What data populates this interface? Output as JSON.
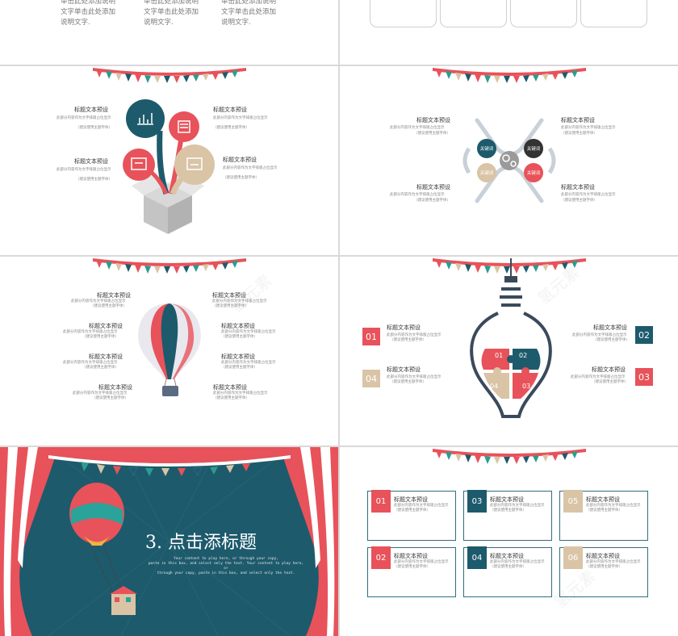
{
  "colors": {
    "teal": "#1d5a6c",
    "red": "#e8525a",
    "beige": "#d9c4a6",
    "gray": "#8e8e8e",
    "dark": "#3a4a5c"
  },
  "slide1": {
    "columns": [
      {
        "lines": [
          "单击此处添加说明",
          "文字单击此处添加",
          "说明文字."
        ]
      },
      {
        "lines": [
          "单击此处添加说明",
          "文字单击此处添加",
          "说明文字."
        ]
      },
      {
        "lines": [
          "单击此处添加说明",
          "文字单击此处添加",
          "说明文字."
        ]
      }
    ]
  },
  "slide3": {
    "items": [
      {
        "title": "标题文本预设",
        "desc": [
          "此部分内容作为文字排版占位显示",
          "（建议使用主题字体）"
        ]
      },
      {
        "title": "标题文本预设",
        "desc": [
          "此部分内容作为文字排版占位显示",
          "（建议使用主题字体）"
        ]
      },
      {
        "title": "标题文本预设",
        "desc": [
          "此部分内容作为文字排版占位显示",
          "（建议使用主题字体）"
        ]
      },
      {
        "title": "标题文本预设",
        "desc": [
          "此部分内容作为文字排版占位显示",
          "（建议使用主题字体）"
        ]
      }
    ]
  },
  "slide4": {
    "keywords": [
      "关键词",
      "关键词",
      "关键词",
      "关键词"
    ],
    "items": [
      {
        "title": "标题文本预设",
        "desc": [
          "此部分内容作为文字排版占位显示",
          "（建议使用主题字体）"
        ]
      },
      {
        "title": "标题文本预设",
        "desc": [
          "此部分内容作为文字排版占位显示",
          "（建议使用主题字体）"
        ]
      },
      {
        "title": "标题文本预设",
        "desc": [
          "此部分内容作为文字排版占位显示",
          "（建议使用主题字体）"
        ]
      },
      {
        "title": "标题文本预设",
        "desc": [
          "此部分内容作为文字排版占位显示",
          "（建议使用主题字体）"
        ]
      }
    ]
  },
  "slide5": {
    "items": [
      {
        "title": "标题文本预设",
        "desc": [
          "此部分内容作为文字排版占位显示",
          "（建议使用主题字体）"
        ]
      },
      {
        "title": "标题文本预设",
        "desc": [
          "此部分内容作为文字排版占位显示",
          "（建议使用主题字体）"
        ]
      },
      {
        "title": "标题文本预设",
        "desc": [
          "此部分内容作为文字排版占位显示",
          "（建议使用主题字体）"
        ]
      },
      {
        "title": "标题文本预设",
        "desc": [
          "此部分内容作为文字排版占位显示",
          "（建议使用主题字体）"
        ]
      },
      {
        "title": "标题文本预设",
        "desc": [
          "此部分内容作为文字排版占位显示",
          "（建议使用主题字体）"
        ]
      },
      {
        "title": "标题文本预设",
        "desc": [
          "此部分内容作为文字排版占位显示",
          "（建议使用主题字体）"
        ]
      },
      {
        "title": "标题文本预设",
        "desc": [
          "此部分内容作为文字排版占位显示",
          "（建议使用主题字体）"
        ]
      },
      {
        "title": "标题文本预设",
        "desc": [
          "此部分内容作为文字排版占位显示",
          "（建议使用主题字体）"
        ]
      }
    ]
  },
  "slide6": {
    "pieces": [
      "01",
      "02",
      "04",
      "03"
    ],
    "items": [
      {
        "num": "01",
        "title": "标题文本预设",
        "desc": [
          "此部分内容作为文字排版占位显示",
          "（建议使用主题字体）"
        ]
      },
      {
        "num": "04",
        "title": "标题文本预设",
        "desc": [
          "此部分内容作为文字排版占位显示",
          "（建议使用主题字体）"
        ]
      },
      {
        "num": "02",
        "title": "标题文本预设",
        "desc": [
          "此部分内容作为文字排版占位显示",
          "（建议使用主题字体）"
        ]
      },
      {
        "num": "03",
        "title": "标题文本预设",
        "desc": [
          "此部分内容作为文字排版占位显示",
          "（建议使用主题字体）"
        ]
      }
    ],
    "watermark": "氢元素"
  },
  "slide7": {
    "title": "3. 点击添标题",
    "body": [
      "Your content to play here, or through your copy,",
      "paste in this box, and select only the text. Your content to play here, or",
      "through your copy, paste in this box, and select only the text."
    ]
  },
  "slide8": {
    "cards": [
      {
        "num": "01",
        "title": "标题文本预设",
        "desc": [
          "此部分内容作为文字排版占位显示",
          "（建议使用主题字体）"
        ]
      },
      {
        "num": "03",
        "title": "标题文本预设",
        "desc": [
          "此部分内容作为文字排版占位显示",
          "（建议使用主题字体）"
        ]
      },
      {
        "num": "05",
        "title": "标题文本预设",
        "desc": [
          "此部分内容作为文字排版占位显示",
          "（建议使用主题字体）"
        ]
      },
      {
        "num": "02",
        "title": "标题文本预设",
        "desc": [
          "此部分内容作为文字排版占位显示",
          "（建议使用主题字体）"
        ]
      },
      {
        "num": "04",
        "title": "标题文本预设",
        "desc": [
          "此部分内容作为文字排版占位显示",
          "（建议使用主题字体）"
        ]
      },
      {
        "num": "06",
        "title": "标题文本预设",
        "desc": [
          "此部分内容作为文字排版占位显示",
          "（建议使用主题字体）"
        ]
      }
    ],
    "watermark": "氢元素"
  }
}
